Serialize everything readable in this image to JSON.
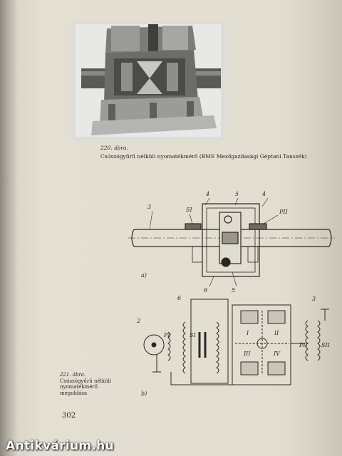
{
  "figure_top": {
    "number": "220. ábra.",
    "caption": "Csúszógyűrű nélküli nyomatékmérő (BME Mezőgazdasági Géptani Tanszék)"
  },
  "figure_bottom": {
    "number": "221. ábra.",
    "caption_lines": [
      "Csúszógyűrű nélküli",
      "nyomatékmérő",
      "megoldása"
    ],
    "part_a": "a)",
    "part_b": "b)",
    "labels_a": {
      "l3": "3",
      "l4a": "4",
      "l5a": "5",
      "l4b": "4",
      "SI": "SI",
      "PII": "PII",
      "l6": "6",
      "l5b": "5"
    },
    "labels_b": {
      "l2": "2",
      "PI": "PI",
      "l6": "6",
      "SI": "SI",
      "l3": "3",
      "PII": "PII",
      "SII": "SII",
      "I": "I",
      "II": "II",
      "III": "III",
      "IV": "IV"
    }
  },
  "page": {
    "number": "302"
  },
  "watermark": "Antikvárium.hu"
}
